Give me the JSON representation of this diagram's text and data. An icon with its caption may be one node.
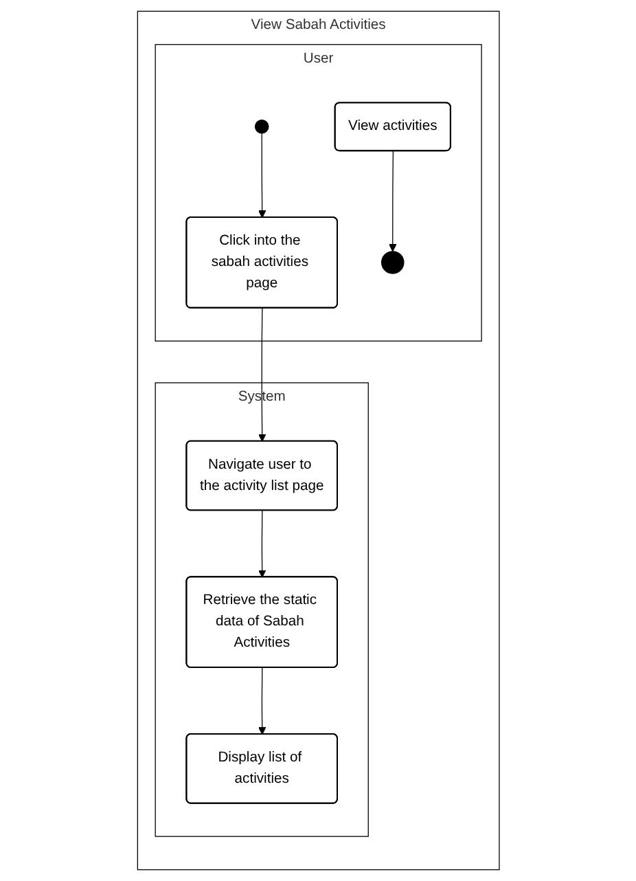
{
  "diagram": {
    "nodes": [
      {
        "text": [
          "View Sabah Activities"
        ]
      },
      {
        "text": [
          "User"
        ],
        "in": 0
      },
      {
        "text": [
          "System"
        ],
        "in": 0
      },
      {
        "text": [],
        "shape": "circle",
        "in": 1
      },
      {
        "text": [
          "Click into the sabah activities page"
        ],
        "in": 1
      },
      {
        "text": [
          "Navigate user to the activity list page"
        ],
        "in": 2
      },
      {
        "text": [
          "Retrieve the static data of Sabah Activities"
        ],
        "in": 2
      },
      {
        "text": [
          "Display list of activities"
        ],
        "in": 2
      },
      {
        "text": [
          "View activities"
        ],
        "in": 1
      },
      {
        "text": [],
        "shape": "bullseye",
        "in": 1
      }
    ],
    "edges": [
      {
        "from": 3,
        "to": 4,
        "arrow": "to"
      },
      {
        "from": 4,
        "to": 5,
        "arrow": "to"
      },
      {
        "from": 5,
        "to": 6,
        "arrow": "to"
      },
      {
        "from": 6,
        "to": 7,
        "arrow": "to"
      },
      {
        "from": 8,
        "to": 9,
        "arrow": "to"
      }
    ]
  }
}
